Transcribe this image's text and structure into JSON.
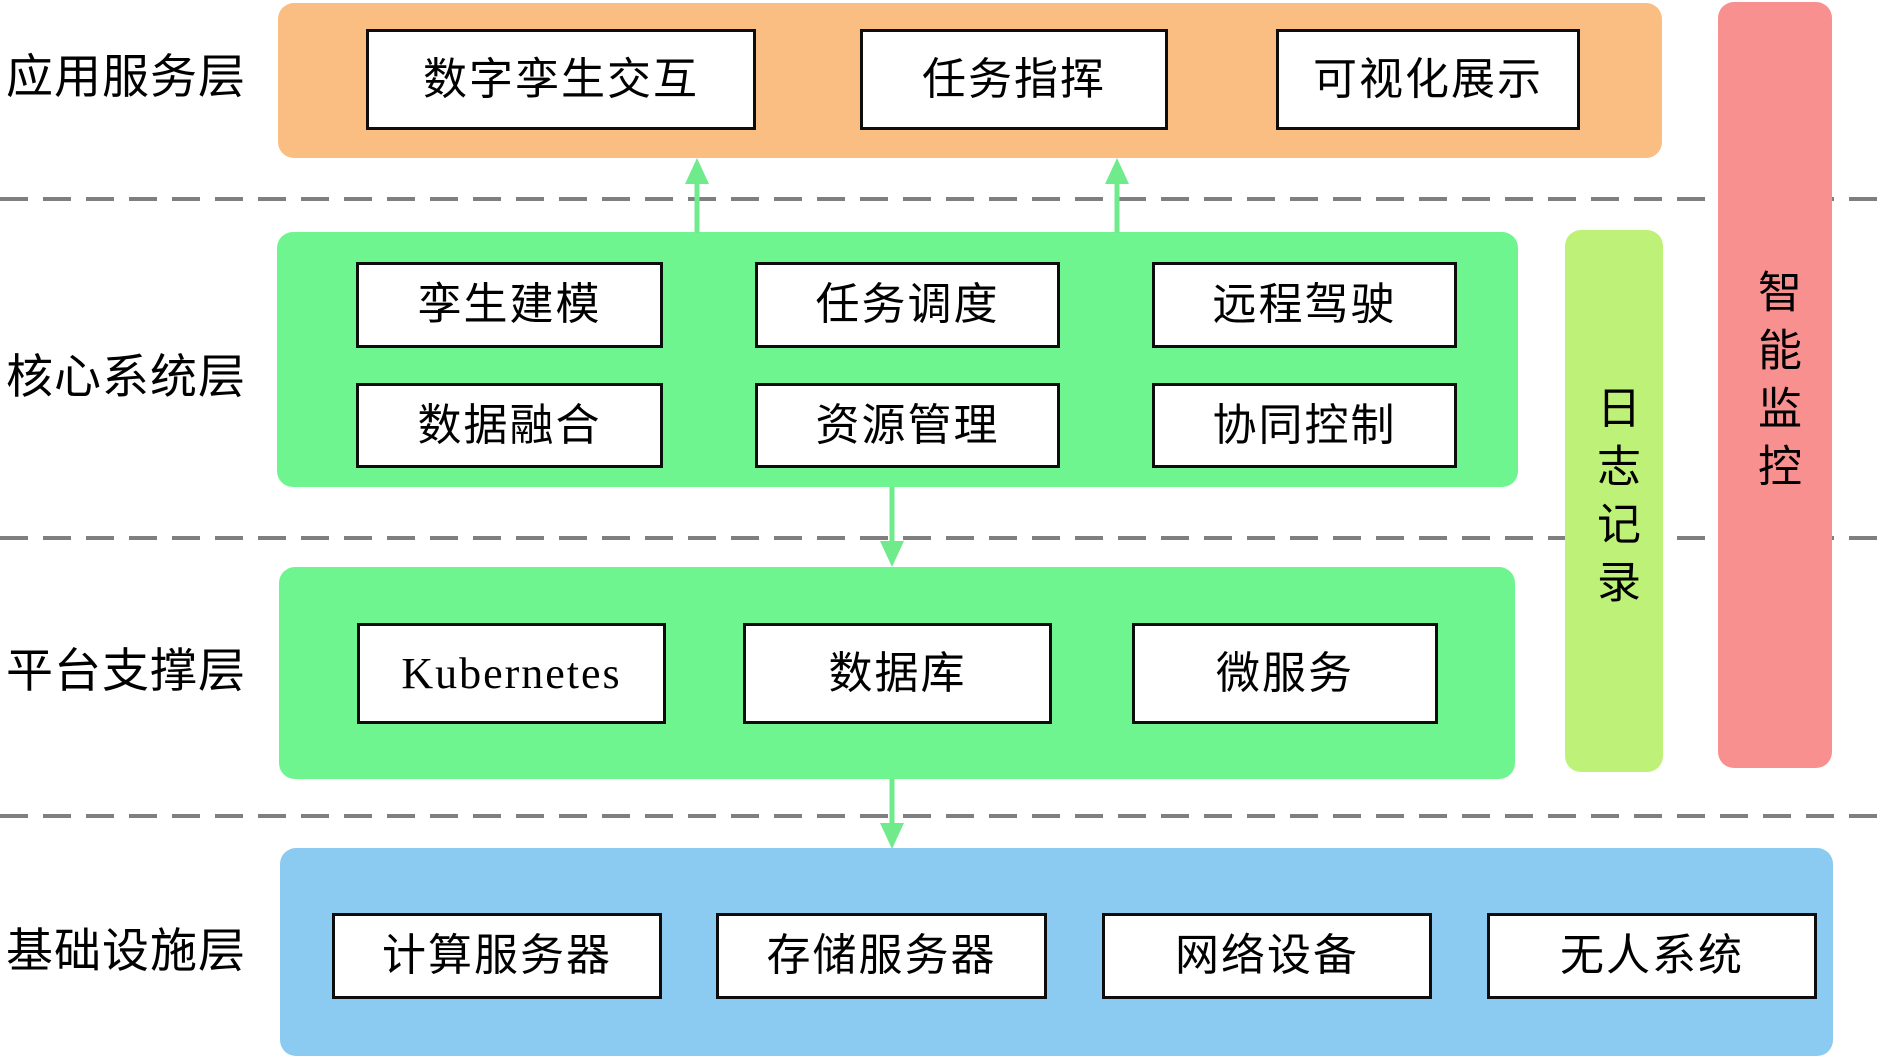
{
  "layers": {
    "application": {
      "label": "应用服务层",
      "color": "#FABE82",
      "boxes": [
        "数字孪生交互",
        "任务指挥",
        "可视化展示"
      ]
    },
    "core": {
      "label": "核心系统层",
      "color": "#6EF58F",
      "boxes": [
        "孪生建模",
        "任务调度",
        "远程驾驶",
        "数据融合",
        "资源管理",
        "协同控制"
      ]
    },
    "platform": {
      "label": "平台支撑层",
      "color": "#6EF58F",
      "boxes": [
        "Kubernetes",
        "数据库",
        "微服务"
      ]
    },
    "infrastructure": {
      "label": "基础设施层",
      "color": "#8BCBF2",
      "boxes": [
        "计算服务器",
        "存储服务器",
        "网络设备",
        "无人系统"
      ]
    }
  },
  "sidebars": {
    "logging": {
      "label": "日志记录",
      "color": "#BEF177"
    },
    "monitoring": {
      "label": "智能监控",
      "color": "#F99090"
    }
  },
  "connector_color": "#6FEB8C",
  "divider_color": "#7F7F7F"
}
